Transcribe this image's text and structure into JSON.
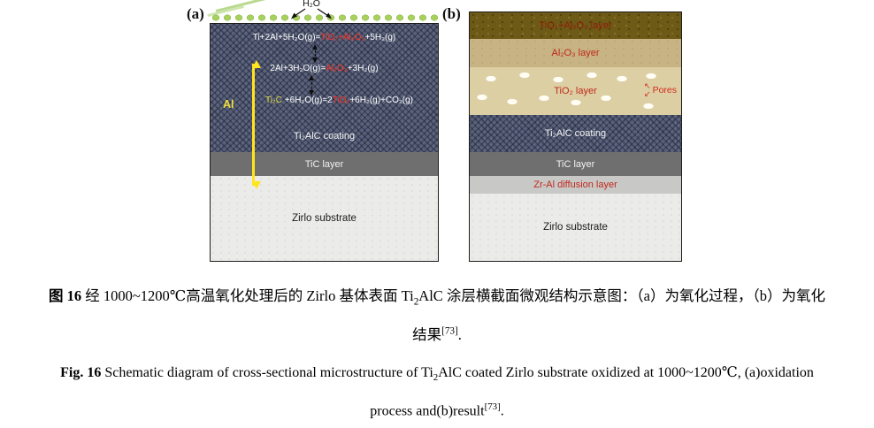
{
  "figure": {
    "panel_a": {
      "label": "(a)",
      "h2o_label": "H₂O",
      "al_arrow_label": "Al",
      "equations": [
        {
          "segments": [
            {
              "text": "Ti+2Al+5H₂O(g)=",
              "color": "#ffffff"
            },
            {
              "text": "TiO₂+Al₂O₃",
              "color": "#ff3323"
            },
            {
              "text": "+5H₂(g)",
              "color": "#ffffff"
            }
          ]
        },
        {
          "segments": [
            {
              "text": "2Al+3H₂O(g)=",
              "color": "#ffffff"
            },
            {
              "text": "Al₂O₃",
              "color": "#ff3323"
            },
            {
              "text": "+3H₂(g)",
              "color": "#ffffff"
            }
          ]
        },
        {
          "segments": [
            {
              "text": "Ti₂C ",
              "color": "#e3de4e"
            },
            {
              "text": "+6H₂O(g)=2",
              "color": "#ffffff"
            },
            {
              "text": "TiO₂",
              "color": "#ff3323"
            },
            {
              "text": "+6H₂(g)+CO₂(g)",
              "color": "#ffffff"
            }
          ]
        }
      ],
      "layers": {
        "coating": "Ti₂AlC coating",
        "tic": "TiC layer",
        "substrate": "Zirlo substrate"
      }
    },
    "panel_b": {
      "label": "(b)",
      "pores_label": "Pores",
      "layers": {
        "oxide_top": "TiO₂+Al₂O₃ layer",
        "al2o3": "Al₂O₃ layer",
        "tio2": "TiO₂ layer",
        "coating": "Ti₂AlC coating",
        "tic": "TiC layer",
        "diffusion": "Zr-Al diffusion layer",
        "substrate": "Zirlo substrate"
      }
    },
    "colors": {
      "coating_blue_gray": "#59617a",
      "tic_gray": "#6f6f6f",
      "substrate_light_gray": "#ebecea",
      "top_oxide_bronze": "#6d5a16",
      "al2o3_tan": "#c7b383",
      "tio2_tan": "#dccfa4",
      "diffusion_gray": "#c8c8c6",
      "surface_green": "#a7d05c",
      "al_arrow_yellow": "#ffe51e",
      "red_label": "#c0281c",
      "red_equation": "#ff3323"
    }
  },
  "captions": {
    "zh_line1": [
      {
        "text": "图 16 ",
        "bold": true
      },
      {
        "text": "经 1000~1200℃高温氧化处理后的 Zirlo 基体表面 Ti"
      },
      {
        "text": "2",
        "sub": true
      },
      {
        "text": "AlC 涂层横截面微观结构示意图：（a）为氧化过程，（b）为氧化"
      }
    ],
    "zh_line2": [
      {
        "text": "结果"
      },
      {
        "text": "[73]",
        "sup": true
      },
      {
        "text": "."
      }
    ],
    "en_line1": [
      {
        "text": "Fig. 16 ",
        "bold": true
      },
      {
        "text": "Schematic diagram of cross-sectional microstructure of Ti"
      },
      {
        "text": "2",
        "sub": true
      },
      {
        "text": "AlC coated Zirlo substrate oxidized at 1000~1200℃, (a)oxidation"
      }
    ],
    "en_line2": [
      {
        "text": "process and(b)result"
      },
      {
        "text": "[73]",
        "sup": true
      },
      {
        "text": "."
      }
    ]
  }
}
